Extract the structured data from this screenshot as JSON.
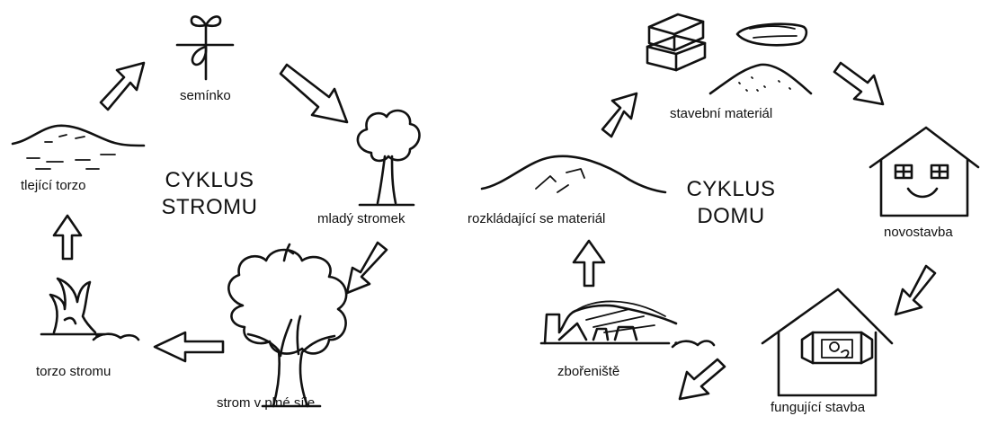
{
  "tree_cycle": {
    "title_line1": "CYKLUS",
    "title_line2": "STROMU",
    "stages": {
      "seed": "semínko",
      "young_tree": "mladý stromek",
      "mature_tree": "strom v plné síle",
      "tree_torso": "torzo stromu",
      "decaying_torso": "tlející torzo"
    }
  },
  "house_cycle": {
    "title_line1": "CYKLUS",
    "title_line2": "DOMU",
    "stages": {
      "building_material": "stavební materiál",
      "new_building": "novostavba",
      "functioning_building": "fungující stavba",
      "ruin": "zbořeniště",
      "decomposing_material": "rozkládající se materiál"
    }
  }
}
